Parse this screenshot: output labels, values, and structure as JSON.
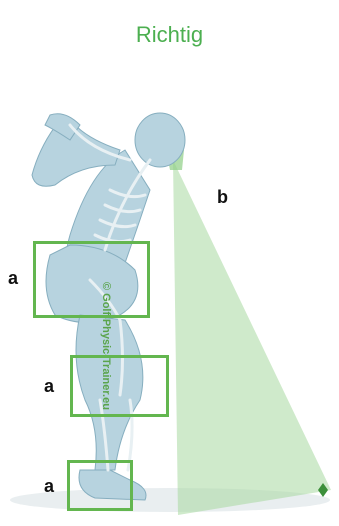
{
  "title": "Richtig",
  "labels": {
    "b": "b",
    "a_hip": "a",
    "a_knee": "a",
    "a_foot": "a"
  },
  "watermark": "© Golf-Physic-Trainer.eu",
  "colors": {
    "title": "#4caf50",
    "box_border": "#63b64f",
    "cone_fill": "#a7d9a1",
    "skeleton": "#9fc3d4"
  }
}
